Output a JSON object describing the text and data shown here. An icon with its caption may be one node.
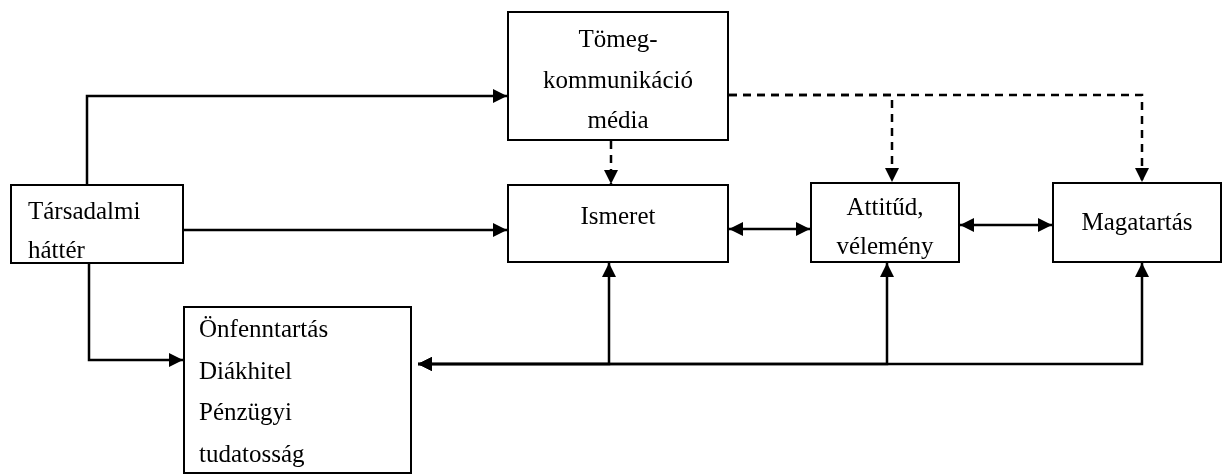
{
  "diagram": {
    "nodes": [
      {
        "text": [
          "Társadalmi háttér"
        ]
      },
      {
        "text": [
          "Tömeg- kommunikáció média"
        ]
      },
      {
        "text": [
          "Ismeret"
        ]
      },
      {
        "text": [
          "Attitűd, vélemény"
        ]
      },
      {
        "text": [
          "Magatartás"
        ]
      },
      {
        "text": [
          "Önfenntartás",
          "Diákhitel",
          "Pénzügyi tudatosság"
        ]
      }
    ],
    "edges": [
      {
        "from": 0,
        "to": 1,
        "arrow": "to"
      },
      {
        "from": 0,
        "to": 2,
        "arrow": "to"
      },
      {
        "from": 0,
        "to": 5,
        "arrow": "to"
      },
      {
        "from": 1,
        "to": 2,
        "arrow": "to",
        "style": "dashed"
      },
      {
        "from": 1,
        "to": 3,
        "arrow": "to",
        "style": "dashed"
      },
      {
        "from": 1,
        "to": 4,
        "arrow": "to",
        "style": "dashed"
      },
      {
        "from": 2,
        "to": 3,
        "arrow": "both"
      },
      {
        "from": 3,
        "to": 4,
        "arrow": "both"
      },
      {
        "from": 5,
        "to": 2,
        "arrow": "both"
      },
      {
        "from": 5,
        "to": 3,
        "arrow": "both"
      },
      {
        "from": 5,
        "to": 4,
        "arrow": "both"
      }
    ]
  }
}
